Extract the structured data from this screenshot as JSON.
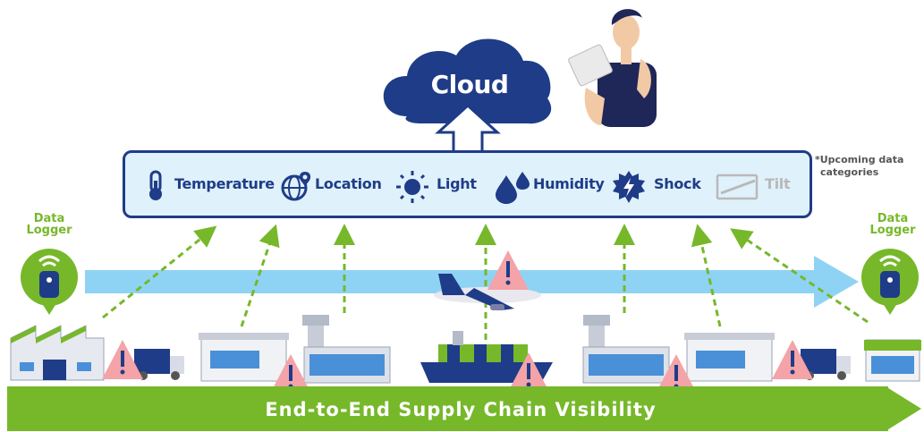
{
  "cloud": {
    "label": "Cloud"
  },
  "categories": [
    {
      "label": "Temperature",
      "icon": "thermometer-icon"
    },
    {
      "label": "Location",
      "icon": "globe-pin-icon"
    },
    {
      "label": "Light",
      "icon": "sun-icon"
    },
    {
      "label": "Humidity",
      "icon": "water-drops-icon"
    },
    {
      "label": "Shock",
      "icon": "lightning-badge-icon"
    },
    {
      "label": "Tilt",
      "icon": "tilt-icon"
    }
  ],
  "upcoming_note": {
    "line1": "*Upcoming data",
    "line2": "categories"
  },
  "logger_left": {
    "line1": "Data",
    "line2": "Logger"
  },
  "logger_right": {
    "line1": "Data",
    "line2": "Logger"
  },
  "banner": {
    "label": "End-to-End Supply Chain Visibility"
  },
  "colors": {
    "navy": "#1f3c88",
    "green": "#76b82a",
    "light_blue": "#8fd3f4",
    "panel_bg": "#dff1fb",
    "alert_pink": "#f4a3a8",
    "tilt_gray": "#b9b9b9"
  }
}
